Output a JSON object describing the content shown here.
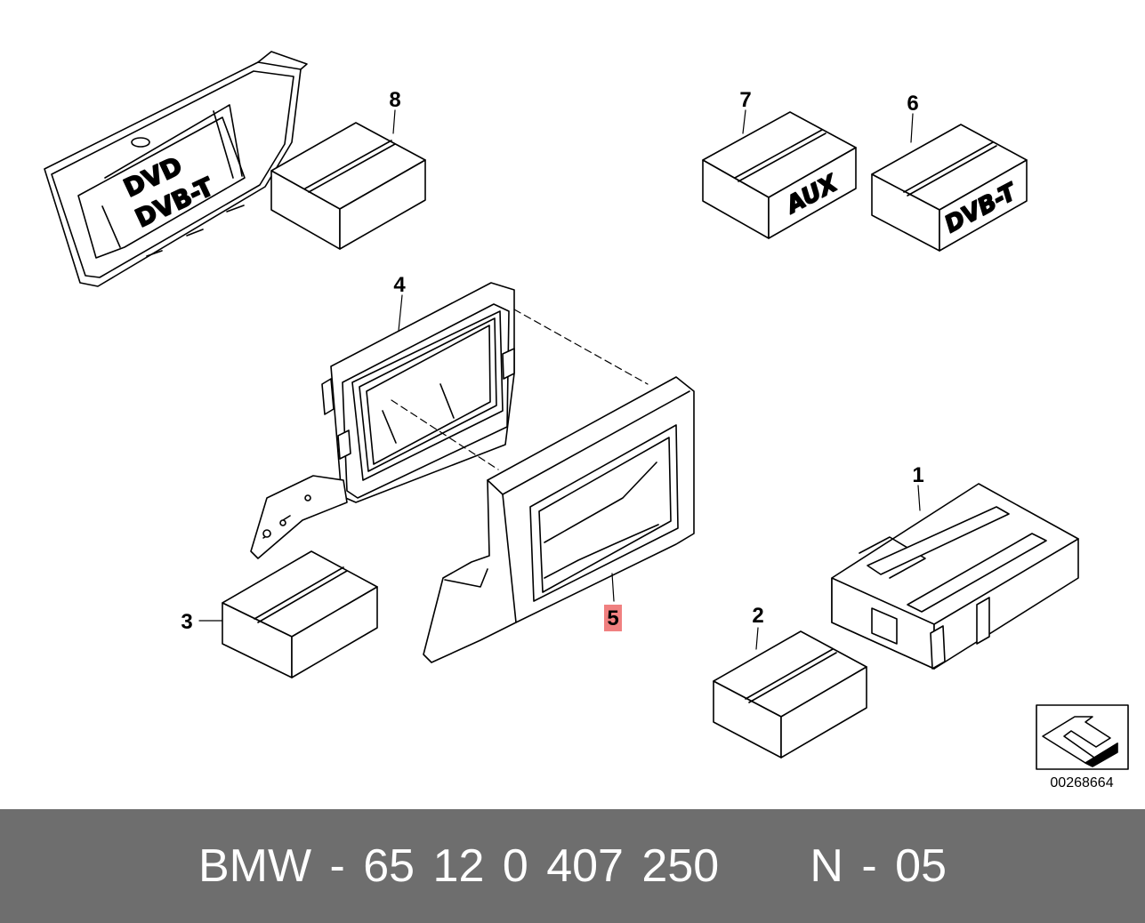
{
  "diagram": {
    "reference_code": "00268664",
    "callouts": {
      "one": "1",
      "two": "2",
      "three": "3",
      "four": "4",
      "five": "5",
      "six": "6",
      "seven": "7",
      "eight": "8"
    },
    "highlight_color": "#f08080",
    "labels": {
      "screen_line1": "DVD",
      "screen_line2": "DVB-T",
      "box_aux": "AUX",
      "box_dvbt": "DVB-T"
    }
  },
  "footer": {
    "part_number": "BMW - 65 12 0 407 250",
    "page_code": "N - 05"
  }
}
